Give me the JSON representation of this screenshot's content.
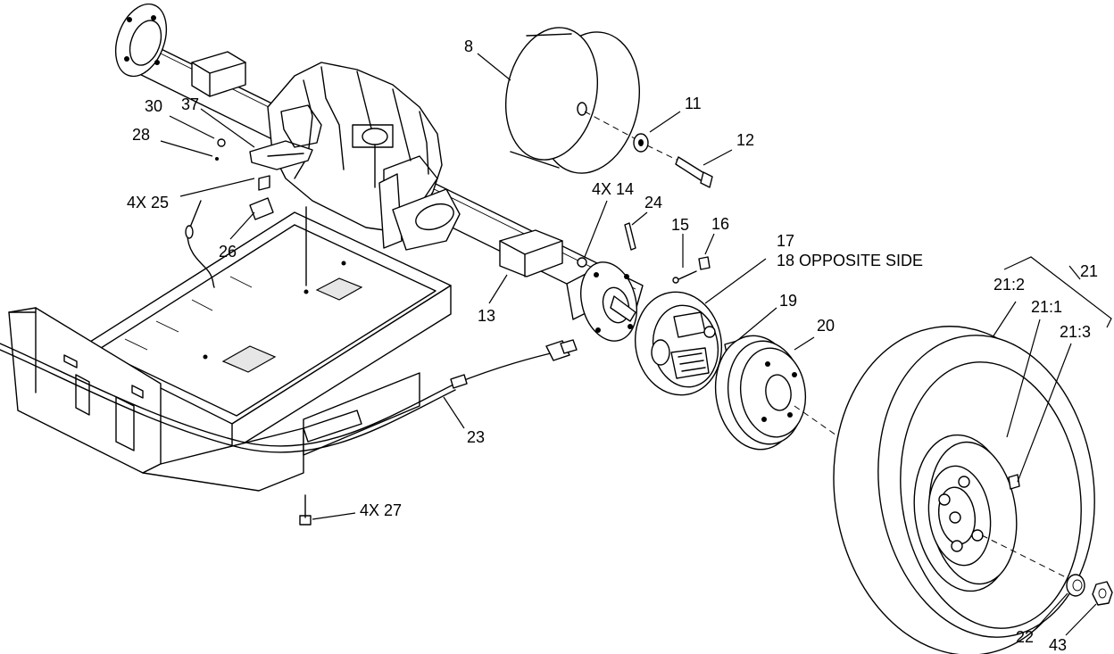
{
  "labels": {
    "l8": "8",
    "l11": "11",
    "l12": "12",
    "l30": "30",
    "l37": "37",
    "l28": "28",
    "l4x25": "4X 25",
    "l26": "26",
    "l4x14": "4X 14",
    "l24": "24",
    "l15": "15",
    "l16": "16",
    "l17": "17",
    "l18": "18 OPPOSITE SIDE",
    "l13": "13",
    "l19": "19",
    "l20": "20",
    "l21": "21",
    "l21_2": "21:2",
    "l21_1": "21:1",
    "l21_3": "21:3",
    "l23": "23",
    "l4x27": "4X 27",
    "l22": "22",
    "l43": "43"
  }
}
